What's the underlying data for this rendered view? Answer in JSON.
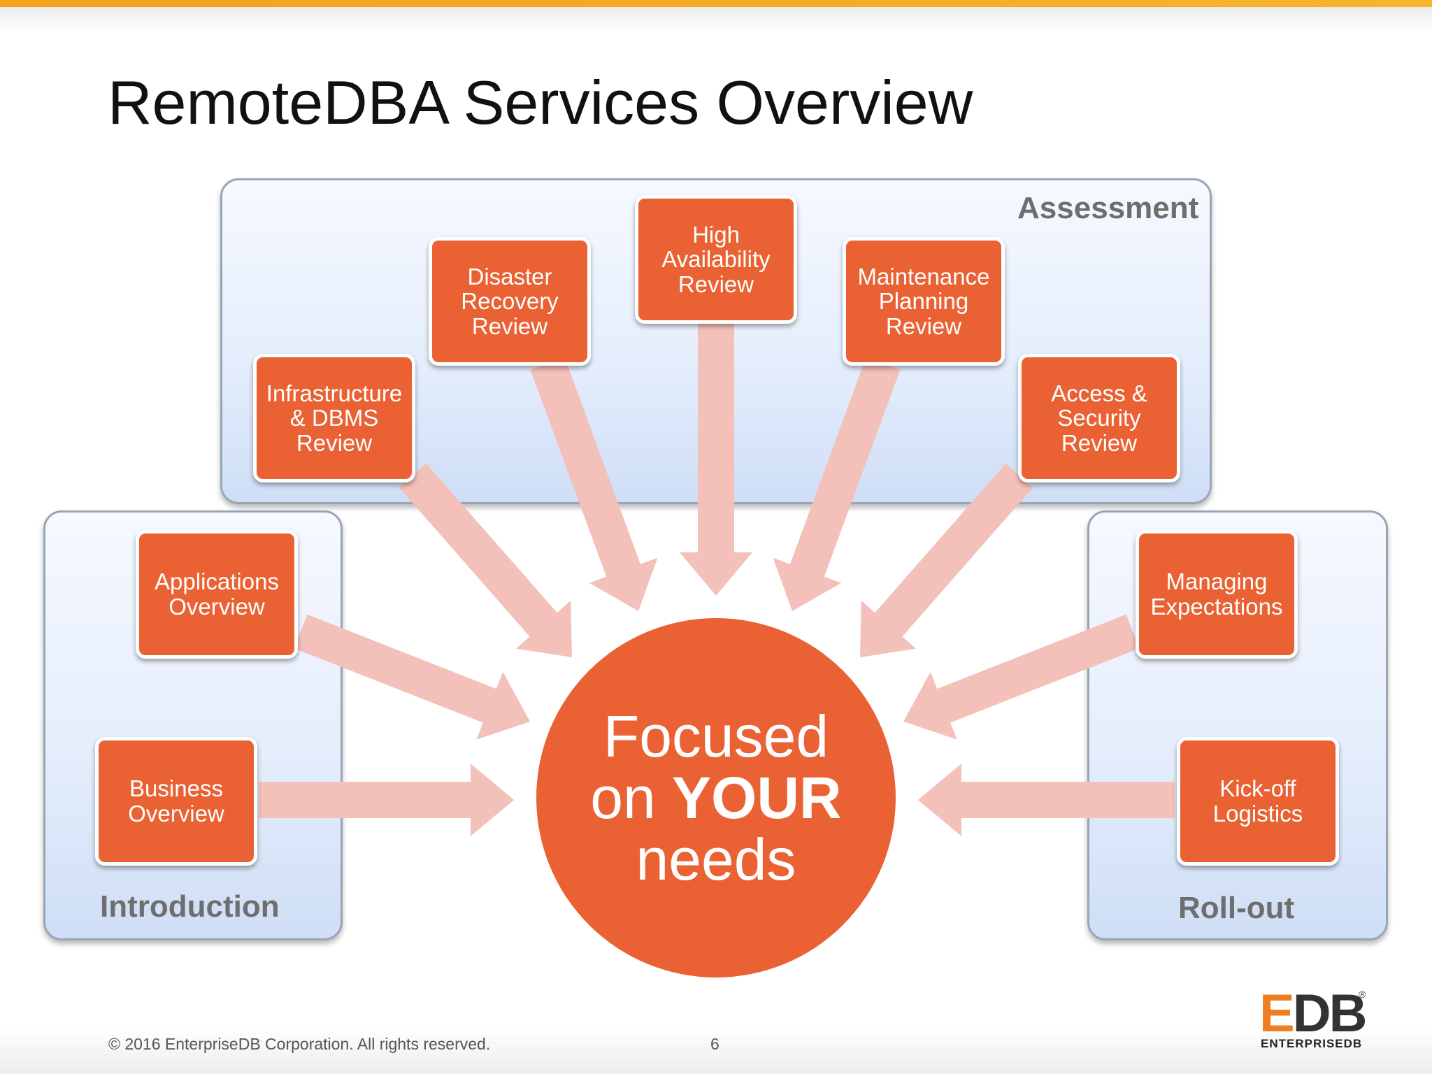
{
  "title": "RemoteDBA Services Overview",
  "groups": {
    "assessment": "Assessment",
    "introduction": "Introduction",
    "rollout": "Roll-out"
  },
  "boxes": {
    "infrastructure": "Infrastructure & DBMS Review",
    "disaster": "Disaster Recovery Review",
    "high_availability": "High Availability Review",
    "maintenance": "Maintenance Planning Review",
    "access": "Access & Security Review",
    "applications": "Applications Overview",
    "business": "Business Overview",
    "managing": "Managing Expectations",
    "kickoff": "Kick-off Logistics"
  },
  "center": {
    "line1": "Focused",
    "line2_prefix": "on ",
    "line2_emphasis": "YOUR",
    "line3": "needs"
  },
  "footer": {
    "copyright": "© 2016 EnterpriseDB Corporation. All rights reserved.",
    "page_number": "6"
  },
  "logo": {
    "mark": "EDB",
    "sub": "ENTERPRISEDB"
  },
  "colors": {
    "box_fill": "#ea6133",
    "arrow_fill": "#f4c0ba",
    "accent_bar": "#f3a21a",
    "panel_fill": "#e5eefc",
    "group_label": "#6e6e6e"
  }
}
